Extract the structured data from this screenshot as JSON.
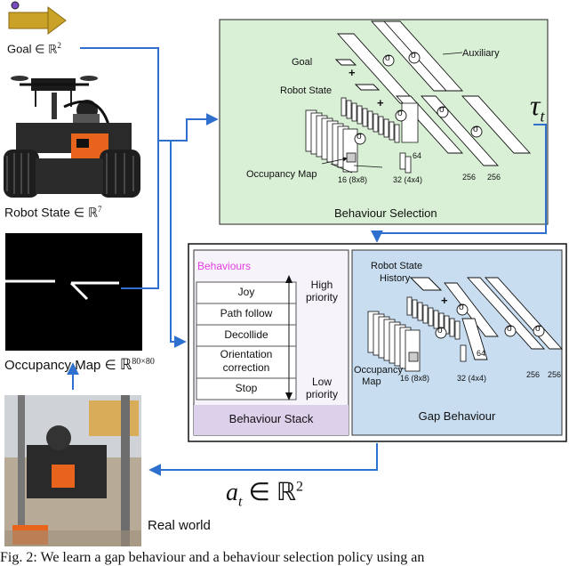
{
  "inputs": {
    "goal_label": "Goal",
    "goal_space": "ℝ",
    "goal_dim": "2",
    "robot_state_label": "Robot State",
    "robot_state_space": "ℝ",
    "robot_state_dim": "7",
    "occupancy_label": "Occupancy Map",
    "occupancy_space": "ℝ",
    "occupancy_dim": "80×80",
    "member_of": "∈"
  },
  "real_world": {
    "label": "Real world"
  },
  "behaviour_selection": {
    "title": "Behaviour Selection",
    "goal": "Goal",
    "robot_state": "Robot State",
    "auxiliary": "Auxiliary",
    "occupancy_map": "Occupancy Map",
    "plus": "+",
    "sigma": "σ",
    "conv1": "16 (8x8)",
    "conv2": "32 (4x4)",
    "fc": "64",
    "out1": "256",
    "out2": "256",
    "output_symbol": "τ",
    "output_sub": "t"
  },
  "behaviour_stack": {
    "header": "Behaviours",
    "items": [
      "Joy",
      "Path follow",
      "Decollide",
      "Orientation correction",
      "Stop"
    ],
    "high": [
      "High",
      "priority"
    ],
    "low": [
      "Low",
      "priority"
    ],
    "title": "Behaviour Stack"
  },
  "gap_behaviour": {
    "title": "Gap Behaviour",
    "robot_state": "Robot State",
    "history": "History",
    "occupancy": [
      "Occupancy",
      "Map"
    ],
    "plus": "+",
    "sigma": "σ",
    "conv1": "16 (8x8)",
    "conv2": "32 (4x4)",
    "fc": "64",
    "out1": "256",
    "out2": "256"
  },
  "action": {
    "symbol": "a",
    "sub": "t",
    "member_of": "∈",
    "space": "ℝ",
    "dim": "2"
  },
  "caption": "Fig. 2: We learn a gap behaviour and a behaviour selection policy using an",
  "colors": {
    "selection_bg": "#d9f0d6",
    "gap_bg": "#c8ddf0",
    "stack_title_bg": "#ddd0ea",
    "behaviours_header": "#e23ee2",
    "arrow": "#2f6fce",
    "goal_arrow": "#b88a0e"
  }
}
